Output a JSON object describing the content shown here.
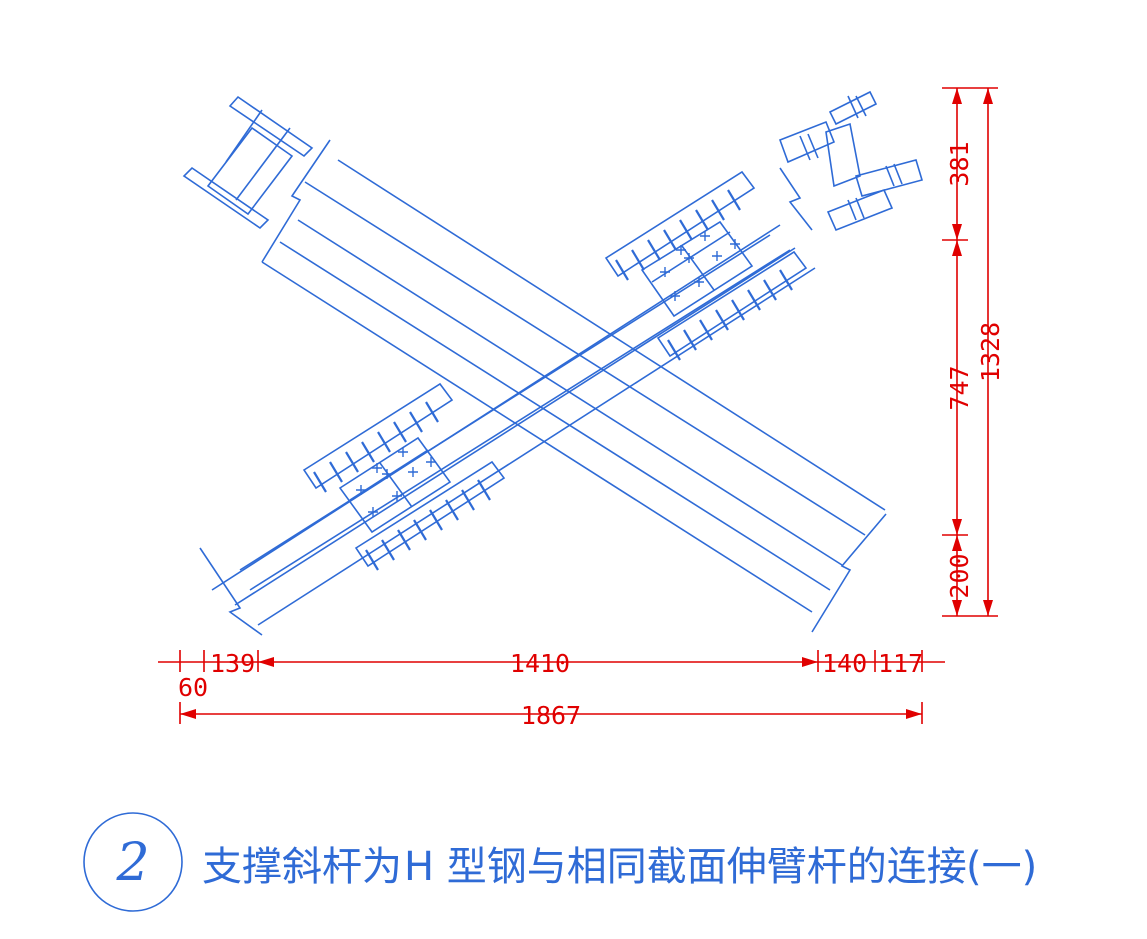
{
  "colors": {
    "drawing": "#2f6bd6",
    "dimension": "#e00000",
    "background": "#ffffff"
  },
  "dimensions": {
    "vertical": [
      "381",
      "747",
      "200",
      "1328"
    ],
    "horizontal": [
      "60",
      "139",
      "1410",
      "140",
      "117",
      "1867"
    ]
  },
  "title": {
    "number": "2",
    "part1": "支撑斜杆为",
    "part2": "H 型钢与相同截面伸臂杆的连接",
    "part3": "(一)"
  }
}
